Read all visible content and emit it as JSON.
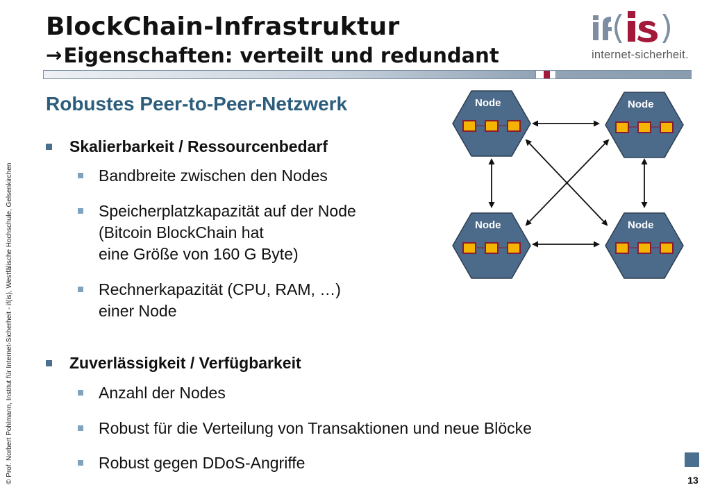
{
  "header": {
    "title": "BlockChain-Infrastruktur",
    "subtitle_arrow": "→",
    "subtitle": "Eigenschaften: verteilt und redundant"
  },
  "logo": {
    "text": "internet-sicherheit.",
    "letters": "if(is)"
  },
  "section_title": "Robustes Peer-to-Peer-Netzwerk",
  "bullets": [
    {
      "label": "Skalierbarkeit / Ressourcenbedarf",
      "sub": [
        {
          "lines": [
            "Bandbreite zwischen den Nodes"
          ]
        },
        {
          "lines": [
            "Speicherplatzkapazität auf der Node",
            "(Bitcoin BlockChain hat",
            "eine Größe von 160 G Byte)"
          ]
        },
        {
          "lines": [
            "Rechnerkapazität (CPU, RAM, …)",
            "einer Node"
          ]
        }
      ]
    },
    {
      "label": "Zuverlässigkeit / Verfügbarkeit",
      "sub": [
        {
          "lines": [
            "Anzahl der Nodes"
          ]
        },
        {
          "lines": [
            "Robust für die Verteilung von Transaktionen und neue Blöcke"
          ]
        },
        {
          "lines": [
            "Robust gegen DDoS-Angriffe"
          ]
        }
      ]
    }
  ],
  "diagram": {
    "nodes": [
      {
        "label": "Node"
      },
      {
        "label": "Node"
      },
      {
        "label": "Node"
      },
      {
        "label": "Node"
      }
    ],
    "colors": {
      "node_fill": "#4c6a8a",
      "block_fill": "#f4b400",
      "block_border": "#8a1c32"
    }
  },
  "sidebar_copyright": "© Prof. Norbert Pohlmann, Institut für Internet-Sicherheit - if(is), Westfälische Hochschule, Gelsenkirchen",
  "page_number": "13",
  "colors": {
    "accent": "#2c5d7c",
    "brand_red": "#a3193a",
    "bullet": "#4a6f8f"
  }
}
